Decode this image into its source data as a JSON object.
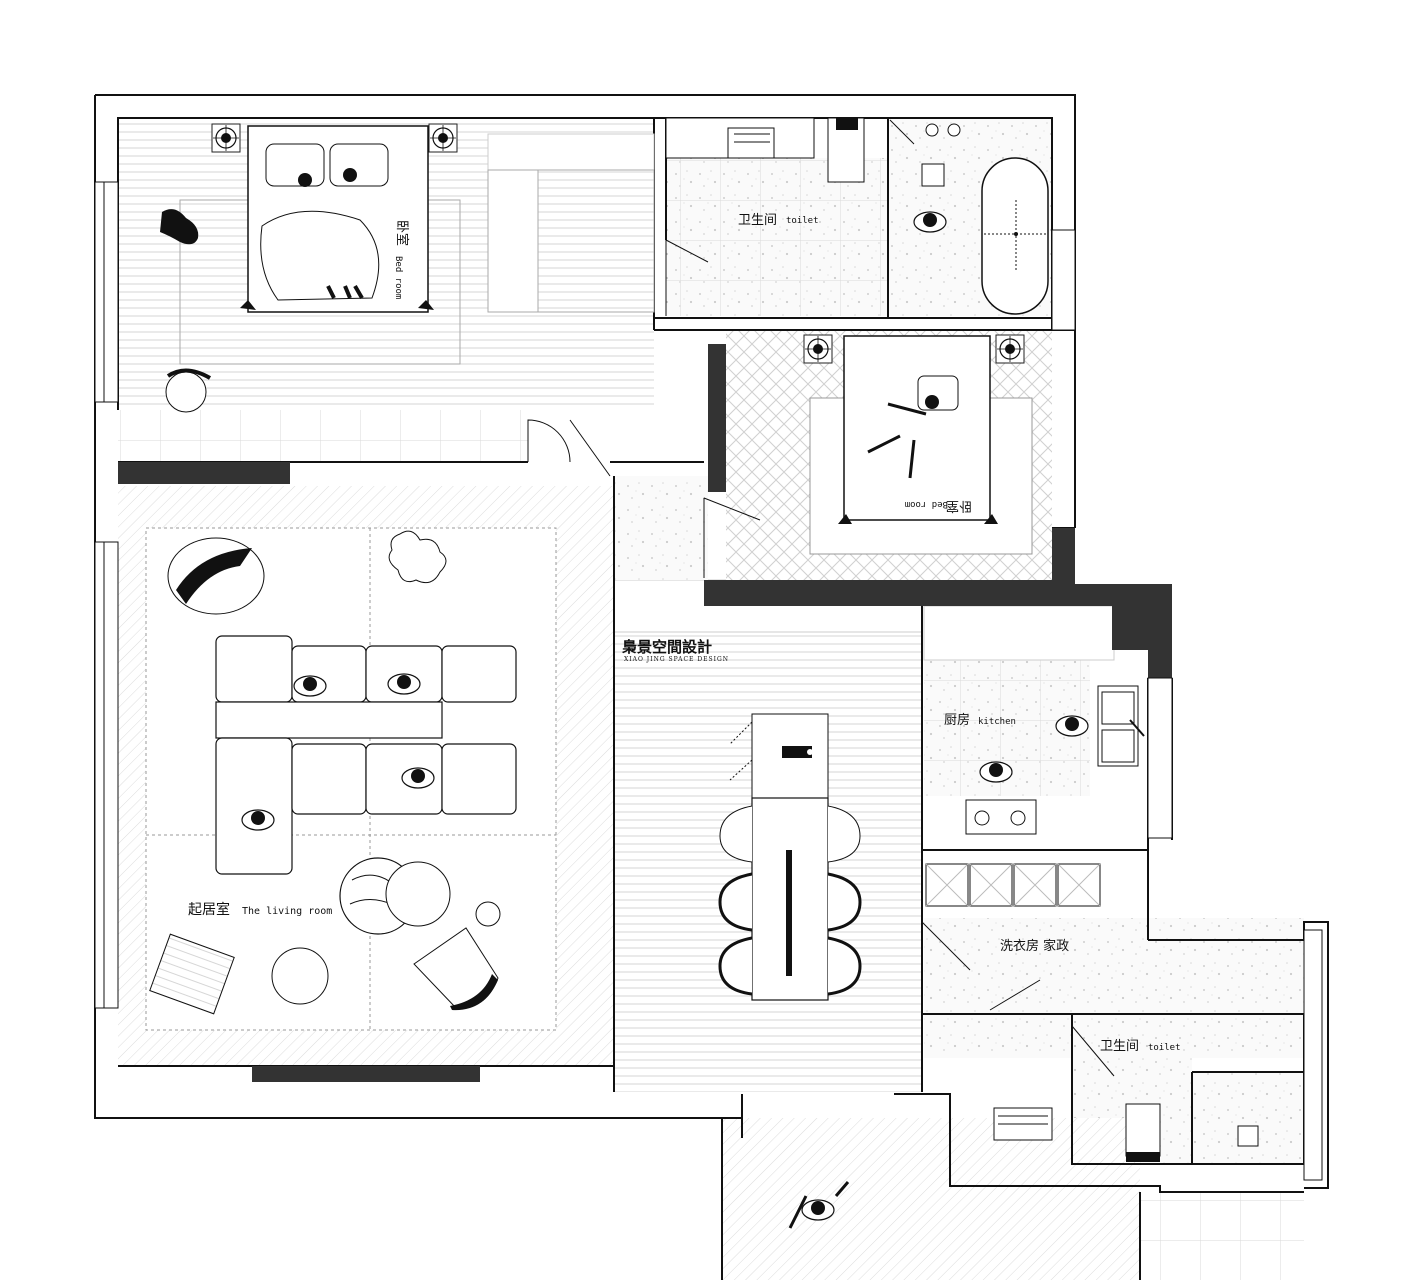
{
  "brand": {
    "name_cn": "梟景空間設計",
    "name_en": "XIAO JING SPACE DESIGN"
  },
  "rooms": {
    "master_bedroom": {
      "cn": "卧室",
      "en": "Bed room"
    },
    "bedroom_2": {
      "cn": "卧室",
      "en": "Bed room"
    },
    "toilet_main": {
      "cn": "卫生间",
      "en": "toilet"
    },
    "toilet_small": {
      "cn": "卫生间",
      "en": "toilet"
    },
    "living_room": {
      "cn": "起居室",
      "en": "The living room"
    },
    "kitchen": {
      "cn": "厨房",
      "en": "kitchen"
    },
    "laundry": {
      "cn": "洗衣房 家政"
    }
  },
  "colors": {
    "wall": "#333333",
    "line": "#111111",
    "hatch": "#d8d8d8",
    "terrazzo": "#f2f2f2"
  },
  "icons": [
    "floor-lamp-icon",
    "bed-icon",
    "person-icon",
    "sofa-icon",
    "dining-table-icon",
    "bathtub-icon",
    "sink-icon",
    "stove-icon",
    "door-swing-icon",
    "plant-icon",
    "dog-icon"
  ]
}
